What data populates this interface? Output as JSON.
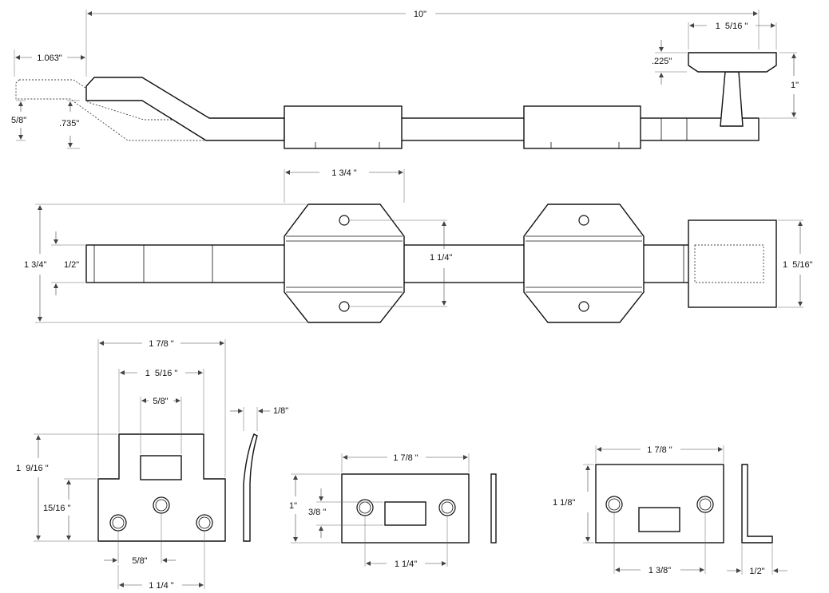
{
  "drawing": {
    "top_view": {
      "overall_length": "10\"",
      "handle_offset": "1.063\"",
      "handle_drop": "5/8\"",
      "handle_depth": ".735\"",
      "knob_width": "1  5/16 \"",
      "knob_cap": ".225\"",
      "knob_height": "1\""
    },
    "front_view": {
      "guide_width": "1 3/4 \"",
      "overall_height": "1 3/4\"",
      "bolt_width": "1/2\"",
      "hole_spacing": "1 1/4\"",
      "knob_square": "1  5/16\""
    },
    "keeper_a": {
      "width": "1 7/8 \"",
      "upper_width": "1  5/16 \"",
      "slot_width": "5/8\"",
      "thickness": "1/8\"",
      "height": "1  9/16 \"",
      "lower_height": "15/16 \"",
      "hole_pitch": "5/8\"",
      "hole_span": "1 1/4 \""
    },
    "keeper_b": {
      "width": "1 7/8 \"",
      "height": "1\"",
      "slot_height": "3/8 \"",
      "hole_span": "1 1/4\""
    },
    "keeper_c": {
      "width": "1 7/8 \"",
      "height": "1 1/8\"",
      "hole_span": "1 3/8\"",
      "leg": "1/2\""
    }
  }
}
